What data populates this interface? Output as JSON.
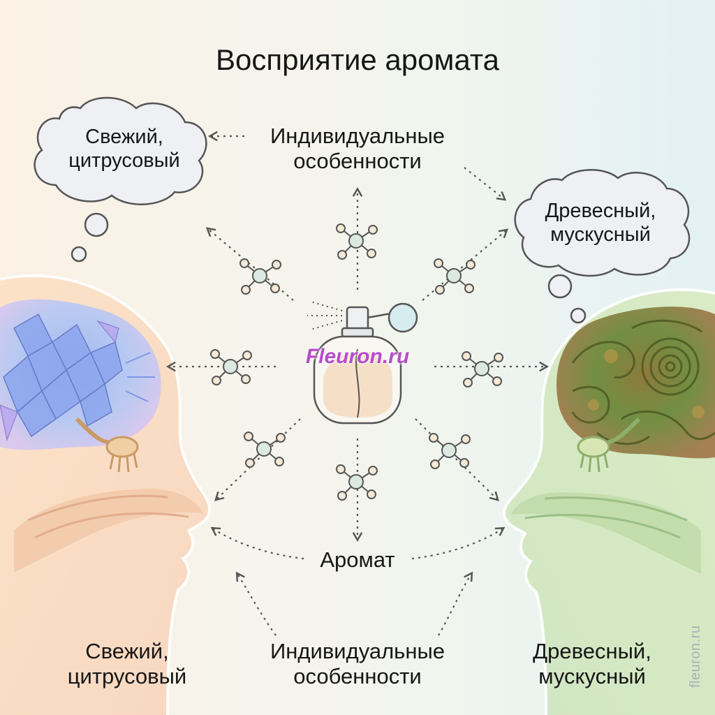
{
  "title": "Восприятие аромата",
  "labels": {
    "top_center_line1": "Индивидуальные",
    "top_center_line2": "особенности",
    "aroma": "Аромат",
    "bottom_center_line1": "Индивидуальные",
    "bottom_center_line2": "особенности",
    "bottom_left_line1": "Свежий,",
    "bottom_left_line2": "цитрусовый",
    "bottom_right_line1": "Древесный,",
    "bottom_right_line2": "мускусный"
  },
  "bubbles": {
    "left_line1": "Свежий,",
    "left_line2": "цитрусовый",
    "right_line1": "Древесный,",
    "right_line2": "мускусный"
  },
  "watermark": "Fleuron.ru",
  "side_text": "fleuron.ru",
  "icons": [
    "perfume-bottle-icon",
    "molecule-icon",
    "left-head-silhouette",
    "right-head-silhouette",
    "crystal-brain-icon",
    "swirl-brain-icon"
  ],
  "colors": {
    "line": "#555555",
    "crystal": "#7f98e6",
    "wood": "#6f8a3b",
    "molecule_warm": "#f6e2b8",
    "molecule_cool": "#d9ece4"
  }
}
